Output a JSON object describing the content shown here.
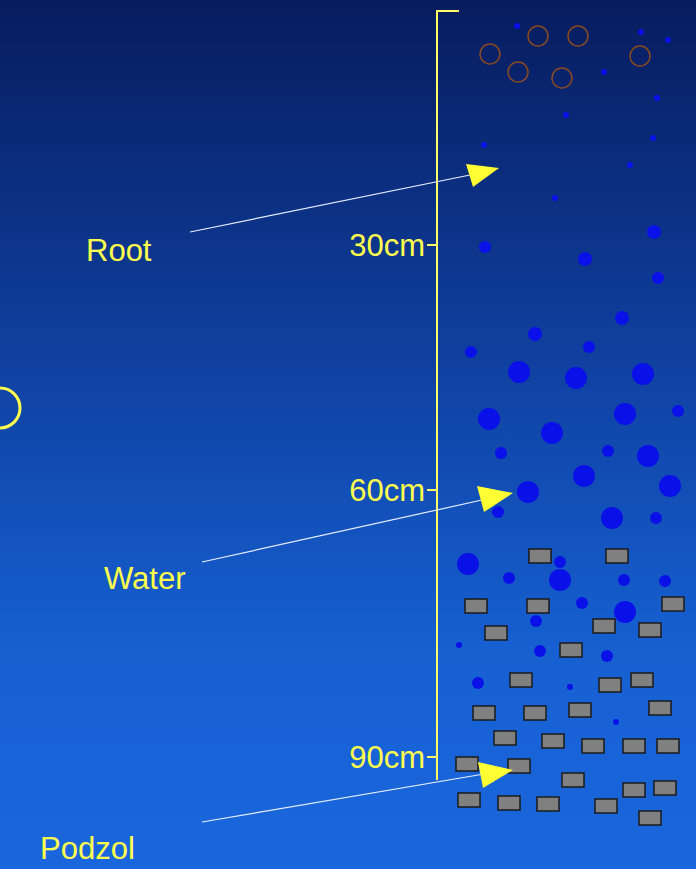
{
  "diagram": {
    "labels": [
      "Root",
      "30cm",
      "60cm",
      "Water",
      "90cm",
      "Podzol"
    ]
  }
}
